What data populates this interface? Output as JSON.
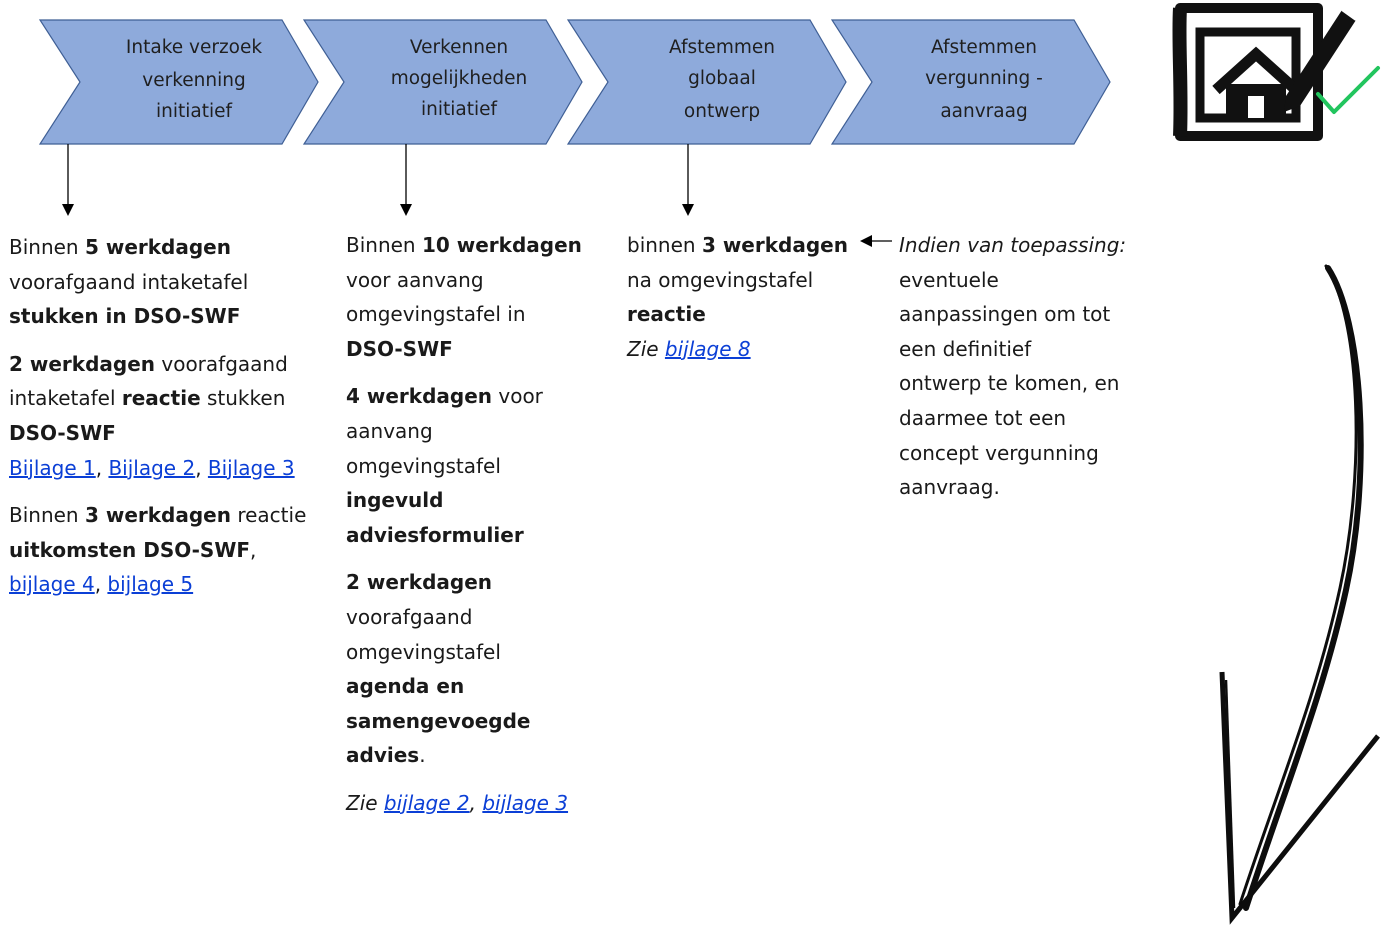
{
  "stages": [
    {
      "lines": [
        "Intake verzoek",
        "verkenning",
        "initiatief"
      ]
    },
    {
      "lines": [
        "Verkennen",
        "mogelijkheden",
        "initiatief"
      ]
    },
    {
      "lines": [
        "Afstemmen",
        "globaal",
        "ontwerp"
      ]
    },
    {
      "lines": [
        "Afstemmen",
        "vergunning -",
        "aanvraag"
      ]
    }
  ],
  "col1": {
    "p1": {
      "t1": "Binnen ",
      "b1": "5 werkdagen",
      "t2": "voorafgaand intaketafel",
      "b2": "stukken in DSO-SWF"
    },
    "p2": {
      "b1": "2 werkdagen",
      "t1": " voorafgaand",
      "t2": "intaketafel ",
      "b2": "reactie",
      "t3": " stukken",
      "b3": "DSO-SWF",
      "link1": "Bijlage 1",
      "sep1": ", ",
      "link2": "Bijlage 2",
      "sep2": ", ",
      "link3": "Bijlage 3"
    },
    "p3": {
      "t1": "Binnen ",
      "b1": "3 werkdagen",
      "t2": " reactie",
      "b2": "uitkomsten DSO-SWF",
      "t3": ",",
      "link1": "bijlage 4",
      "sep1": ", ",
      "link2": "bijlage 5"
    }
  },
  "col2": {
    "p1": {
      "t1": "Binnen ",
      "b1": "10 werkdagen",
      "t2": "voor aanvang",
      "t3": "omgevingstafel in",
      "b2": "DSO-SWF"
    },
    "p2": {
      "b1": "4 werkdagen",
      "t1": " voor",
      "t2": "aanvang",
      "t3": "omgevingstafel",
      "b2": "ingevuld",
      "b3": "adviesformulier"
    },
    "p3": {
      "b1": "2 werkdagen",
      "t1": "voorafgaand",
      "t2": "omgevingstafel",
      "b2": "agenda en",
      "b3": "samengevoegde",
      "b4": "advies",
      "t3": "."
    },
    "p4": {
      "t1": "Zie ",
      "link1": "bijlage 2",
      "sep1": ", ",
      "link2": "bijlage 3"
    }
  },
  "col3": {
    "t1": "binnen ",
    "b1": "3 werkdagen",
    "t2": "na omgevingstafel",
    "b2": "reactie",
    "t3": "Zie ",
    "link1": "bijlage 8"
  },
  "col4": {
    "i1": "Indien van toepassing:",
    "t1": "eventuele",
    "t2": "aanpassingen om tot",
    "t3": "een definitief",
    "t4": "ontwerp te komen, en",
    "t5": "daarmee tot een",
    "t6": "concept vergunning",
    "t7": "aanvraag."
  },
  "colors": {
    "chevron_fill": "#8eaadb",
    "chevron_stroke": "#3f5f95",
    "link": "#0b3fd6",
    "check": "#22c55e"
  },
  "icons": [
    "house-plan-icon",
    "checkmark-icon",
    "curved-down-arrow-icon"
  ]
}
